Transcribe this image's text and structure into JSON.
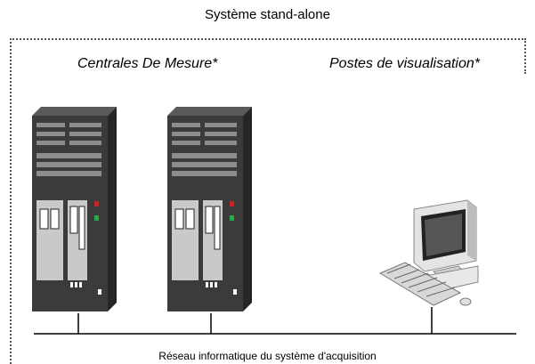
{
  "diagram": {
    "title": "Système stand-alone",
    "servers_caption": "Centrales De Mesure*",
    "stations_caption": "Postes de visualisation*",
    "network_caption": "Réseau informatique du système d'acquisition"
  },
  "nodes": [
    {
      "id": "server-1",
      "icon": "server-tower-icon"
    },
    {
      "id": "server-2",
      "icon": "server-tower-icon"
    },
    {
      "id": "workstation-1",
      "icon": "desktop-computer-icon"
    }
  ],
  "colors": {
    "tower_body": "#3b3b3b",
    "tower_dark": "#1c1c1c",
    "tower_slot": "#8d8d8d",
    "panel_light": "#c9c9c9",
    "led_red": "#cc2222",
    "led_green": "#22aa44",
    "monitor": "#e4e4e4"
  }
}
